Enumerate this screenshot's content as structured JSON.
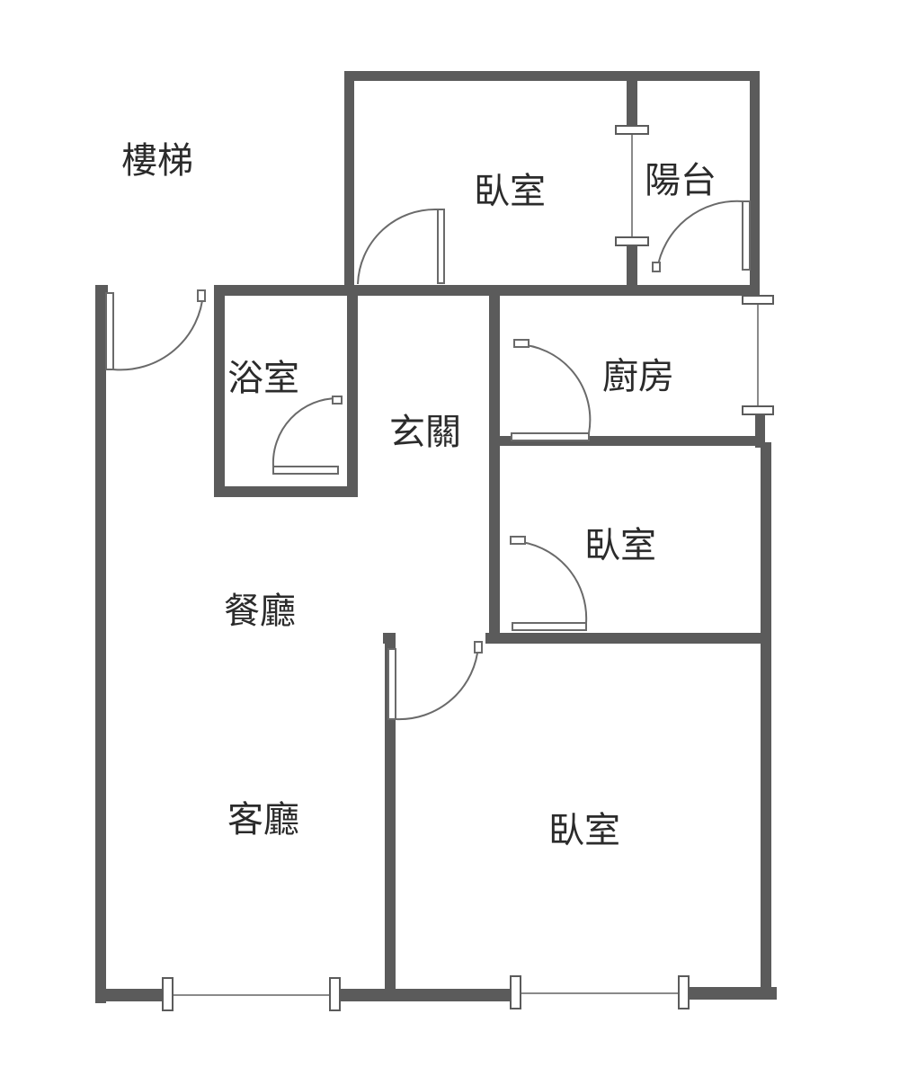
{
  "plan": {
    "labels": {
      "stairs": "樓梯",
      "bedroom_top": "臥室",
      "balcony": "陽台",
      "bathroom": "浴室",
      "kitchen": "廚房",
      "entrance": "玄關",
      "bedroom_middle": "臥室",
      "dining_room": "餐廳",
      "living_room": "客廳",
      "bedroom_bottom": "臥室"
    },
    "colors": {
      "wall": "#5b5b5b",
      "door": "#6a6a6a",
      "text": "#2b2b2b",
      "background": "#ffffff"
    }
  }
}
